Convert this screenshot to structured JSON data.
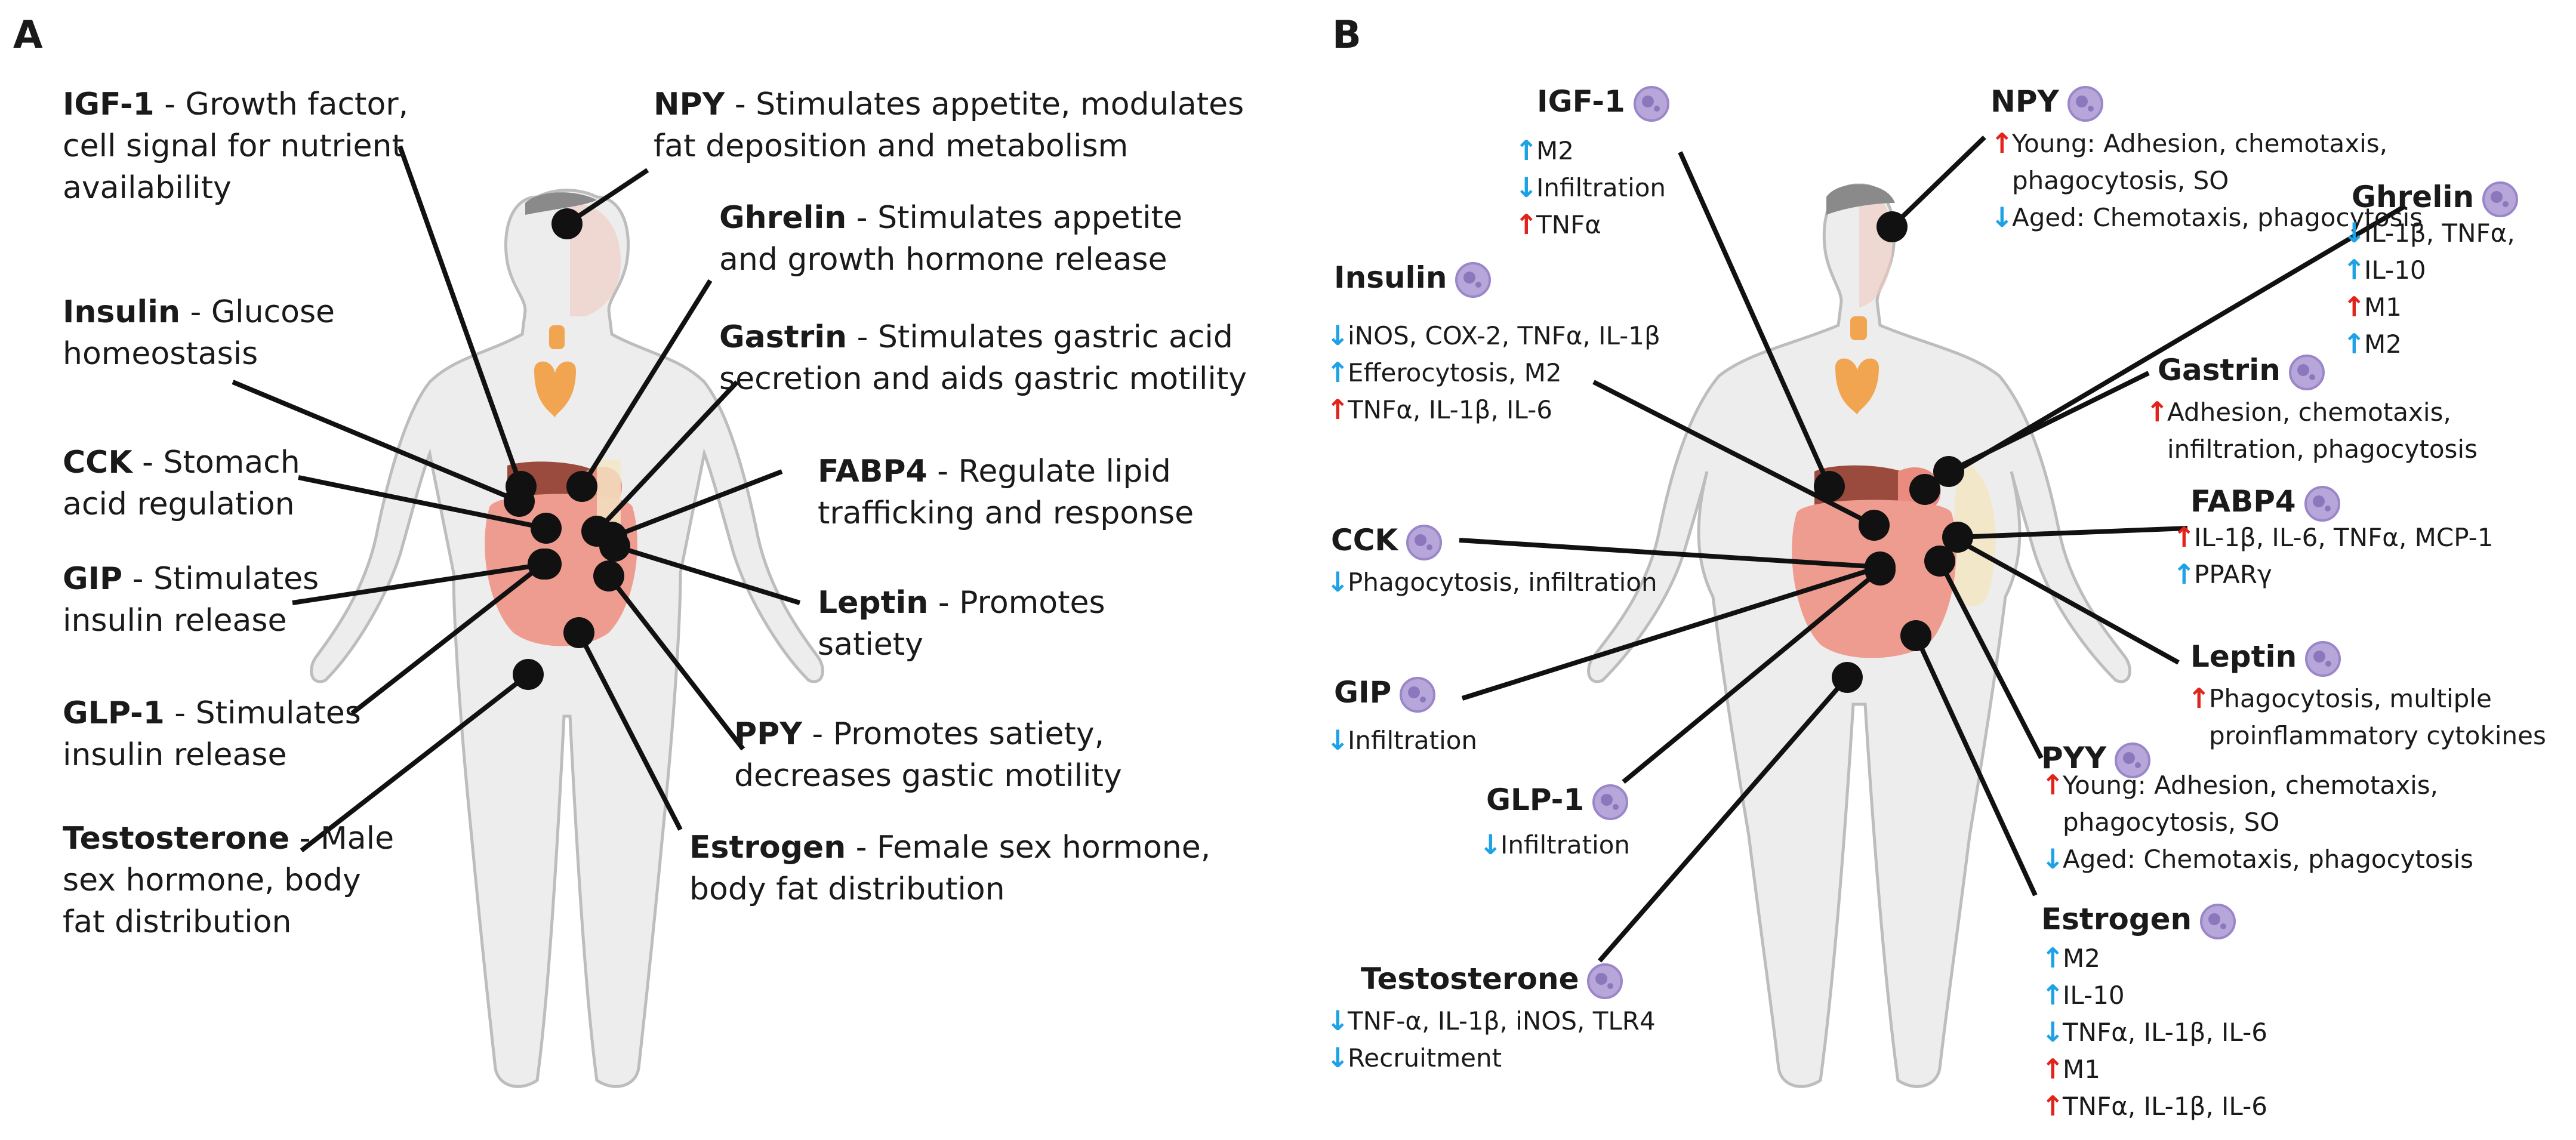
{
  "panelA": {
    "letter": "A",
    "items": [
      {
        "id": "igf1",
        "name": "IGF-1",
        "desc": " - Growth factor, cell signal for nutrient availability"
      },
      {
        "id": "insulin",
        "name": "Insulin",
        "desc": " - Glucose homeostasis"
      },
      {
        "id": "cck",
        "name": "CCK",
        "desc": " - Stomach acid regulation"
      },
      {
        "id": "gip",
        "name": "GIP",
        "desc": " - Stimulates insulin release"
      },
      {
        "id": "glp1",
        "name": "GLP-1",
        "desc": " - Stimulates insulin release"
      },
      {
        "id": "testosterone",
        "name": "Testosterone",
        "desc": " - Male sex hormone, body fat distribution"
      },
      {
        "id": "npy",
        "name": "NPY",
        "desc": " - Stimulates appetite, modulates fat deposition and metabolism"
      },
      {
        "id": "ghrelin",
        "name": "Ghrelin",
        "desc": "  - Stimulates appetite and growth hormone release"
      },
      {
        "id": "gastrin",
        "name": "Gastrin",
        "desc": " - Stimulates gastric acid secretion and aids gastric motility"
      },
      {
        "id": "fabp4",
        "name": "FABP4",
        "desc": " - Regulate lipid trafficking and response"
      },
      {
        "id": "leptin",
        "name": "Leptin",
        "desc": " - Promotes satiety"
      },
      {
        "id": "ppy",
        "name": "PPY",
        "desc": " - Promotes satiety, decreases gastic motility"
      },
      {
        "id": "estrogen",
        "name": "Estrogen",
        "desc": " - Female sex hormone, body fat distribution"
      }
    ]
  },
  "panelB": {
    "letter": "B",
    "items": [
      {
        "id": "igf1",
        "name": "IGF-1",
        "effects": [
          {
            "dir": "up-blue",
            "text": "M2"
          },
          {
            "dir": "down-blue",
            "text": "Infiltration"
          },
          {
            "dir": "up-red",
            "text": "TNFα"
          }
        ]
      },
      {
        "id": "insulin",
        "name": "Insulin",
        "effects": [
          {
            "dir": "down-blue",
            "text": "iNOS, COX-2, TNFα, IL-1β"
          },
          {
            "dir": "up-blue",
            "text": "Efferocytosis, M2"
          },
          {
            "dir": "up-red",
            "text": "TNFα, IL-1β, IL-6"
          }
        ]
      },
      {
        "id": "cck",
        "name": "CCK",
        "effects": [
          {
            "dir": "down-blue",
            "text": "Phagocytosis, infiltration"
          }
        ]
      },
      {
        "id": "gip",
        "name": "GIP",
        "effects": [
          {
            "dir": "down-blue",
            "text": "Infiltration"
          }
        ]
      },
      {
        "id": "glp1",
        "name": "GLP-1",
        "effects": [
          {
            "dir": "down-blue",
            "text": "Infiltration"
          }
        ]
      },
      {
        "id": "testosterone",
        "name": "Testosterone",
        "effects": [
          {
            "dir": "down-blue",
            "text": "TNF-α, IL-1β, iNOS, TLR4"
          },
          {
            "dir": "down-blue",
            "text": "Recruitment"
          }
        ]
      },
      {
        "id": "npy",
        "name": "NPY",
        "effects": [
          {
            "dir": "up-red",
            "text": "Young: Adhesion, chemotaxis, phagocytosis, SO"
          },
          {
            "dir": "down-blue",
            "text": "Aged: Chemotaxis, phagocytosis"
          }
        ]
      },
      {
        "id": "ghrelin",
        "name": "Ghrelin",
        "effects": [
          {
            "dir": "down-blue",
            "text": "IL-1β, TNFα,"
          },
          {
            "dir": "up-blue",
            "text": "IL-10"
          },
          {
            "dir": "up-red",
            "text": "M1"
          },
          {
            "dir": "up-blue",
            "text": "M2"
          }
        ]
      },
      {
        "id": "gastrin",
        "name": "Gastrin",
        "effects": [
          {
            "dir": "up-red",
            "text": "Adhesion, chemotaxis, infiltration, phagocytosis"
          }
        ]
      },
      {
        "id": "fabp4",
        "name": "FABP4",
        "effects": [
          {
            "dir": "up-red",
            "text": "IL-1β, IL-6, TNFα, MCP-1"
          },
          {
            "dir": "up-blue",
            "text": "PPARγ"
          }
        ]
      },
      {
        "id": "leptin",
        "name": "Leptin",
        "effects": [
          {
            "dir": "up-red",
            "text": "Phagocytosis, multiple proinflammatory cytokines"
          }
        ]
      },
      {
        "id": "pyy",
        "name": "PYY",
        "effects": [
          {
            "dir": "up-red",
            "text": "Young: Adhesion, chemotaxis, phagocytosis, SO"
          },
          {
            "dir": "down-blue",
            "text": "Aged: Chemotaxis, phagocytosis"
          }
        ]
      },
      {
        "id": "estrogen",
        "name": "Estrogen",
        "effects": [
          {
            "dir": "up-blue",
            "text": "M2"
          },
          {
            "dir": "up-blue",
            "text": "IL-10"
          },
          {
            "dir": "down-blue",
            "text": "TNFα, IL-1β, IL-6"
          },
          {
            "dir": "up-red",
            "text": "M1"
          },
          {
            "dir": "up-red",
            "text": "TNFα, IL-1β, IL-6"
          }
        ]
      }
    ]
  },
  "colors": {
    "up_red": "#e2231a",
    "blue": "#1ea2e6",
    "cell": "#b7a6d9",
    "leader": "#111111",
    "body_fill": "#ededed",
    "body_stroke": "#bdbdbd",
    "organ": "#e98b7f",
    "liver": "#9a4b3e",
    "fat": "#f3e6c4",
    "thyroid": "#f2a550"
  },
  "icons": {
    "cell": "macrophage-cell-icon",
    "up": "arrow-up-icon",
    "down": "arrow-down-icon"
  }
}
